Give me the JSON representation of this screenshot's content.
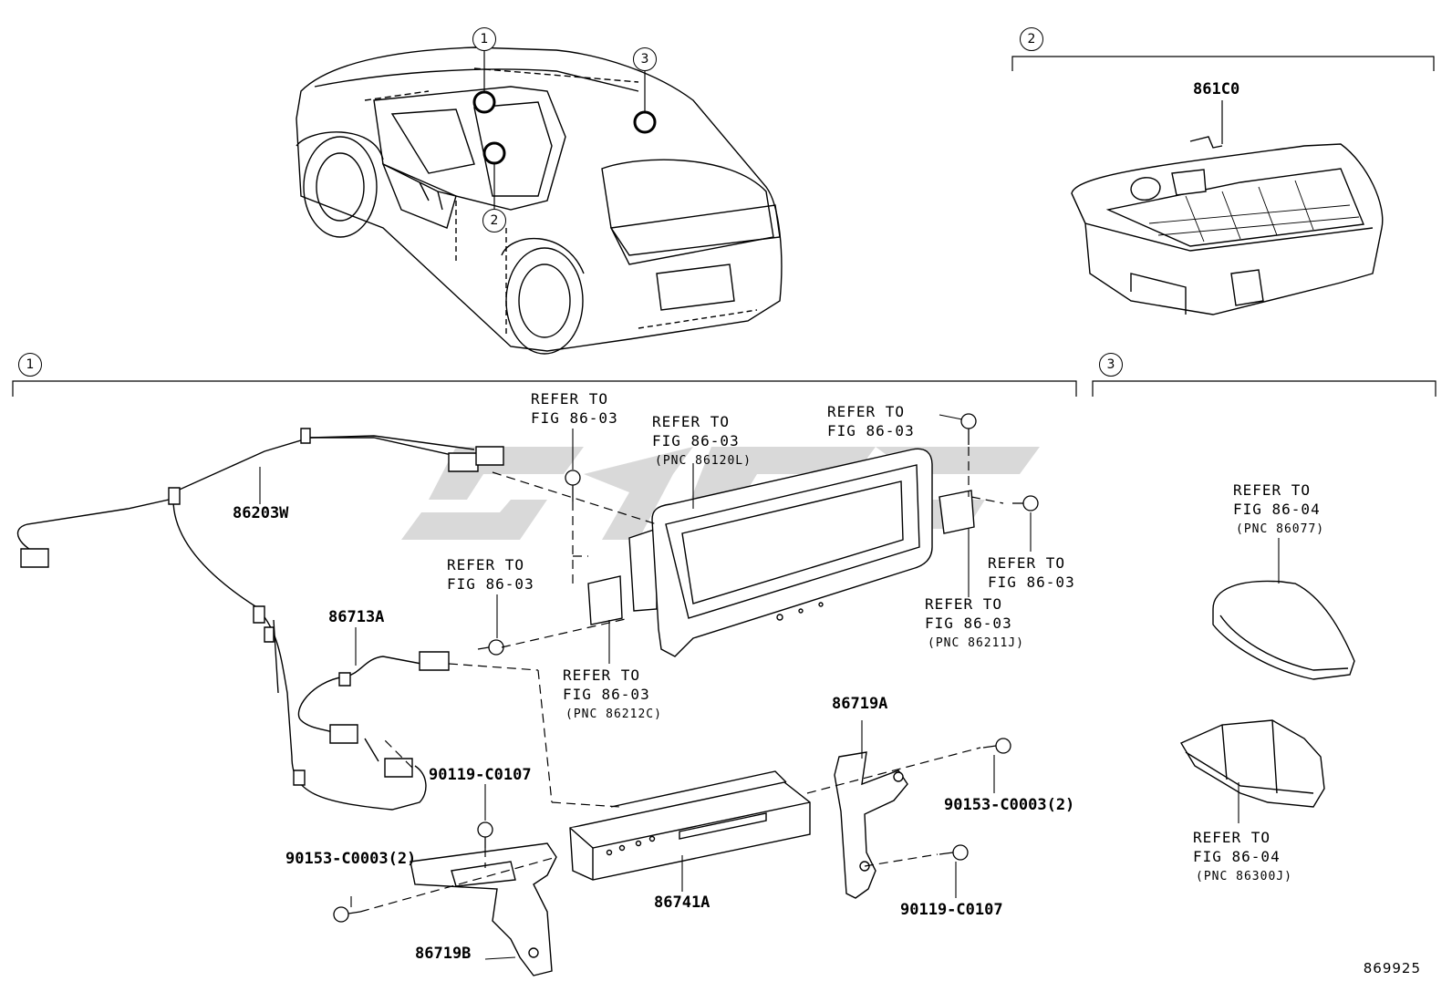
{
  "callouts": {
    "c1": "1",
    "c2": "2",
    "c3": "3"
  },
  "parts": {
    "harness_86203W": "86203W",
    "cord_86713A": "86713A",
    "bracket_86719A": "86719A",
    "bracket_86719B": "86719B",
    "receiver_86741A": "86741A",
    "box_861C0": "861C0",
    "screw_90119_top": "90119-C0107",
    "screw_90119_bottom": "90119-C0107",
    "screw_90153_right": "90153-C0003(2)",
    "screw_90153_left": "90153-C0003(2)"
  },
  "refs": {
    "r1": {
      "line1": "REFER TO",
      "line2": "FIG 86-03",
      "pnc": ""
    },
    "r2": {
      "line1": "REFER TO",
      "line2": "FIG 86-03",
      "pnc": "(PNC 86120L)"
    },
    "r3": {
      "line1": "REFER TO",
      "line2": "FIG 86-03",
      "pnc": ""
    },
    "r4": {
      "line1": "REFER TO",
      "line2": "FIG 86-03",
      "pnc": ""
    },
    "r5": {
      "line1": "REFER TO",
      "line2": "FIG 86-03",
      "pnc": ""
    },
    "r6": {
      "line1": "REFER TO",
      "line2": "FIG 86-03",
      "pnc": "(PNC 86211J)"
    },
    "r7": {
      "line1": "REFER TO",
      "line2": "FIG 86-03",
      "pnc": "(PNC 86212C)"
    },
    "r8": {
      "line1": "REFER TO",
      "line2": "FIG 86-04",
      "pnc": "(PNC 86077)"
    },
    "r9": {
      "line1": "REFER TO",
      "line2": "FIG 86-04",
      "pnc": "(PNC 86300J)"
    }
  },
  "illustration_id": "869925",
  "colors": {
    "line": "#000000",
    "watermark": "#d9d9d9",
    "background": "#ffffff"
  }
}
